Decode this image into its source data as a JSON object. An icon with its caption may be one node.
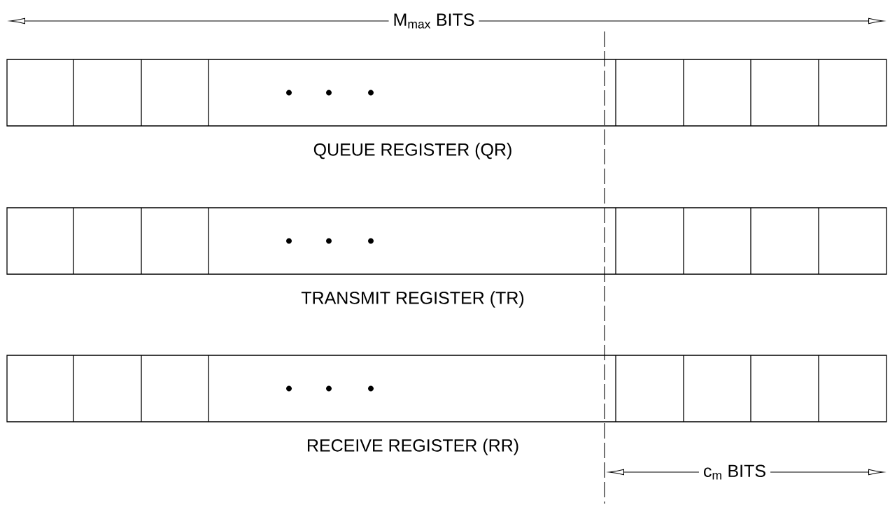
{
  "diagram": {
    "nodes": [
      {
        "text": [
          "QUEUE REGISTER (QR)"
        ]
      },
      {
        "text": [
          "TRANSMIT REGISTER (TR)"
        ]
      },
      {
        "text": [
          "RECEIVE REGISTER (RR)"
        ]
      }
    ],
    "labels": [
      "M$_{max}$ BITS",
      "c$_{m}$ BITS"
    ]
  }
}
